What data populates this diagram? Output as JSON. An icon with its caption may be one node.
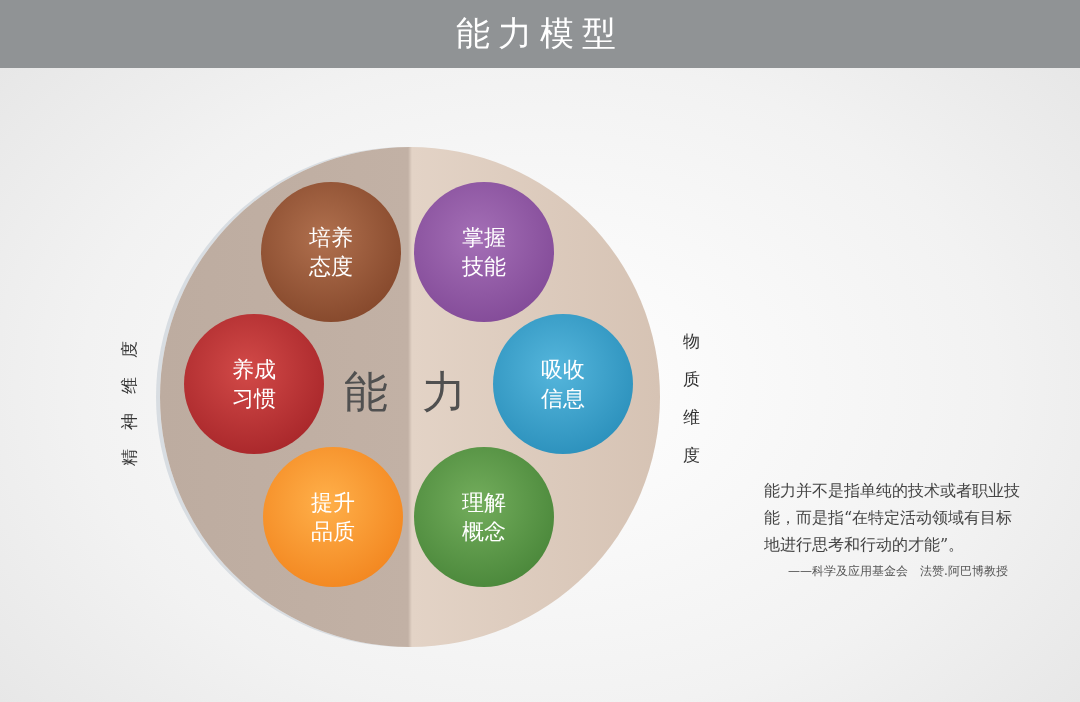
{
  "diagram": {
    "title": "能力模型",
    "nodes": [
      {
        "text": [
          "能 力"
        ]
      },
      {
        "text": [
          "培养态度"
        ],
        "in": 0
      },
      {
        "text": [
          "掌握技能"
        ],
        "in": 0
      },
      {
        "text": [
          "养成习惯"
        ],
        "in": 0
      },
      {
        "text": [
          "吸收信息"
        ],
        "in": 0
      },
      {
        "text": [
          "提升品质"
        ],
        "in": 0
      },
      {
        "text": [
          "理解概念"
        ],
        "in": 0
      }
    ],
    "labels": [
      "精神维度",
      "物质维度",
      "能力并不是指单纯的技术或者职业技能，而是指“在特定活动领域有目标地进行思考和行动的才能”。",
      "——科学及应用基金会　法赞.阿巴博教授"
    ]
  }
}
